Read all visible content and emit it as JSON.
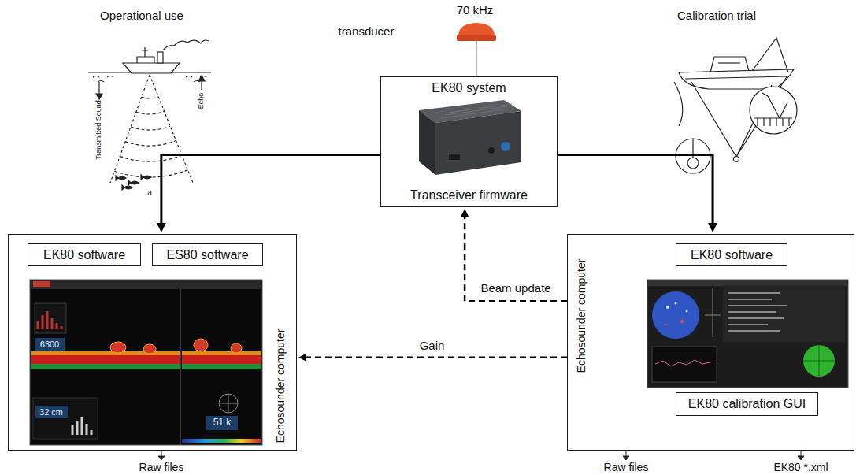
{
  "diagram": {
    "nodes": [
      {
        "text": [
          "EK80 system",
          "Transceiver firmware"
        ]
      },
      {
        "text": [
          "Echosounder computer"
        ]
      },
      {
        "text": [
          "EK80 software"
        ],
        "in": 1
      },
      {
        "text": [
          "ES80 software"
        ],
        "in": 1
      },
      {
        "text": [
          "Echosounder computer"
        ]
      },
      {
        "text": [
          "EK80 software"
        ],
        "in": 4
      },
      {
        "text": [
          "EK80 calibration GUI"
        ],
        "in": 4
      }
    ],
    "edges": [
      {
        "from": 0,
        "to": 1,
        "arrow": "to"
      },
      {
        "from": 0,
        "to": 4,
        "arrow": "to"
      },
      {
        "from": 4,
        "to": 0,
        "label": "Beam update",
        "arrow": "to"
      },
      {
        "from": 4,
        "to": 1,
        "label": "Gain",
        "arrow": "to"
      }
    ],
    "labels": [
      "70 kHz",
      "Operational use",
      "transducer",
      "Calibration trial",
      "Transmitted Sound",
      "Echo",
      "a",
      "6300",
      "32 cm",
      "51 k",
      "Raw files",
      "Raw files",
      "EK80 *.xml"
    ]
  }
}
